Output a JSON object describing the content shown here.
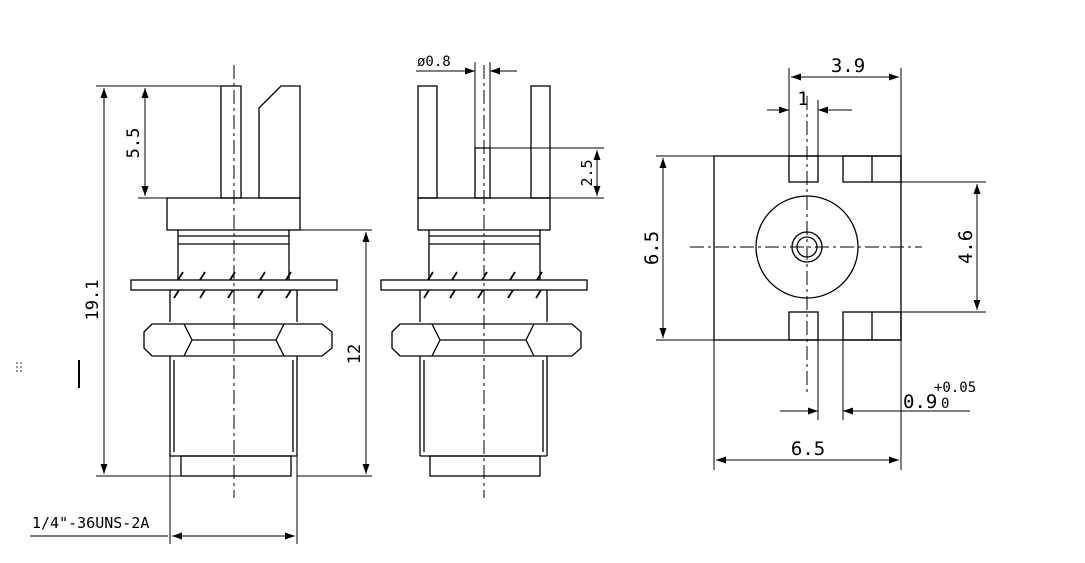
{
  "drawing": {
    "side_view": {
      "dim_overall_height": "19.1",
      "dim_pin_length": "5.5",
      "dim_body_height": "12",
      "thread_spec": "1/4\"-36UNS-2A"
    },
    "front_view": {
      "dim_pin_diameter": "ø0.8",
      "dim_center_pin": "2.5"
    },
    "top_view": {
      "dim_top_width": "3.9",
      "dim_slot_width": "1",
      "dim_left_height": "6.5",
      "dim_right_height": "4.6",
      "dim_leg_width": "0.9",
      "dim_leg_tol_plus": "+0.05",
      "dim_leg_tol_minus": "0",
      "dim_bottom_width": "6.5"
    }
  }
}
